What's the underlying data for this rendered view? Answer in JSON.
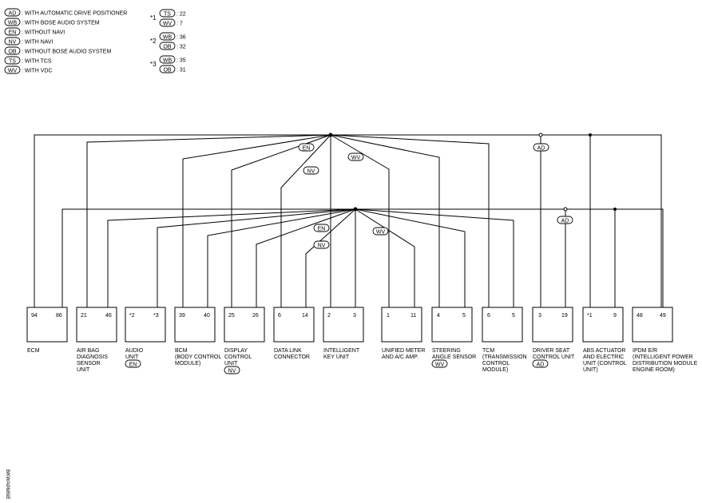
{
  "legend": {
    "codes": [
      {
        "code": "AD",
        "text": ": WITH AUTOMATIC DRIVE POSITIONER"
      },
      {
        "code": "WB",
        "text": ": WITH BOSE AUDIO SYSTEM"
      },
      {
        "code": "EN",
        "text": ": WITHOUT NAVI"
      },
      {
        "code": "NV",
        "text": ": WITH NAVI"
      },
      {
        "code": "OB",
        "text": ": WITHOUT BOSE AUDIO SYSTEM"
      },
      {
        "code": "TS",
        "text": ": WITH TCS"
      },
      {
        "code": "WV",
        "text": ": WITH VDC"
      }
    ],
    "notes": [
      {
        "mark": "*1",
        "entries": [
          {
            "code": "TS",
            "value": ": 22"
          },
          {
            "code": "WV",
            "value": ": 7"
          }
        ]
      },
      {
        "mark": "*2",
        "entries": [
          {
            "code": "WB",
            "value": ": 36"
          },
          {
            "code": "OB",
            "value": ": 32"
          }
        ]
      },
      {
        "mark": "*3",
        "entries": [
          {
            "code": "WB",
            "value": ": 35"
          },
          {
            "code": "OB",
            "value": ": 31"
          }
        ]
      }
    ]
  },
  "wire_tags": [
    "EN",
    "NV",
    "WV",
    "AD",
    "EN",
    "NV",
    "WV",
    "AD"
  ],
  "units": [
    {
      "id": "ecm",
      "pins": [
        "94",
        "86"
      ],
      "label": [
        "ECM"
      ],
      "tag": ""
    },
    {
      "id": "air-bag",
      "pins": [
        "21",
        "46"
      ],
      "label": [
        "AIR BAG",
        "DIAGNOSIS",
        "SENSOR",
        "UNIT"
      ],
      "tag": ""
    },
    {
      "id": "audio",
      "pins": [
        "*2",
        "*3"
      ],
      "label": [
        "AUDIO",
        "UNIT"
      ],
      "tag": "EN"
    },
    {
      "id": "bcm",
      "pins": [
        "39",
        "40"
      ],
      "label": [
        "BCM",
        "(BODY CONTROL",
        "MODULE)"
      ],
      "tag": ""
    },
    {
      "id": "display",
      "pins": [
        "25",
        "26"
      ],
      "label": [
        "DISPLAY",
        "CONTROL",
        "UNIT"
      ],
      "tag": "NV"
    },
    {
      "id": "data-link",
      "pins": [
        "6",
        "14"
      ],
      "label": [
        "DATA LINK",
        "CONNECTOR"
      ],
      "tag": ""
    },
    {
      "id": "intelligent-key",
      "pins": [
        "2",
        "3"
      ],
      "label": [
        "INTELLIGENT",
        "KEY UNIT"
      ],
      "tag": ""
    },
    {
      "id": "unified-meter",
      "pins": [
        "1",
        "11"
      ],
      "label": [
        "UNIFIED METER",
        "AND A/C AMP."
      ],
      "tag": ""
    },
    {
      "id": "steering",
      "pins": [
        "4",
        "5"
      ],
      "label": [
        "STEERING",
        "ANGLE SENSOR"
      ],
      "tag": "WV"
    },
    {
      "id": "tcm",
      "pins": [
        "6",
        "5"
      ],
      "label": [
        "TCM",
        "(TRANSMISSION",
        "CONTROL",
        "MODULE)"
      ],
      "tag": ""
    },
    {
      "id": "driver-seat",
      "pins": [
        "3",
        "19"
      ],
      "label": [
        "DRIVER SEAT",
        "CONTROL UNIT"
      ],
      "tag": "AD"
    },
    {
      "id": "abs",
      "pins": [
        "*1",
        "9"
      ],
      "label": [
        "ABS ACTUATOR",
        "AND ELECTRIC",
        "UNIT (CONTROL",
        "UNIT)"
      ],
      "tag": ""
    },
    {
      "id": "ipdm",
      "pins": [
        "48",
        "49"
      ],
      "label": [
        "IPDM E/R",
        "(INTELLIGENT POWER",
        "DISTRIBUTION MODULE",
        "ENGINE ROOM)"
      ],
      "tag": ""
    }
  ],
  "figure_id": "BKWA0689E"
}
